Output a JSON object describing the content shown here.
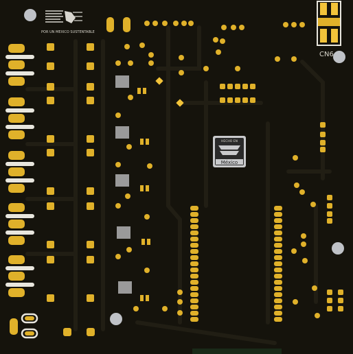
{
  "board": {
    "connector_label": "CN6",
    "logo_top": "HECHO EN",
    "logo_bottom": "México",
    "silk_org": "POR UN MEXICO SUSTENTABLE"
  },
  "colors": {
    "substrate": "#15130c",
    "pad": "#e0b12a",
    "pad_bright": "#f2c33a",
    "silk": "#e8e6de",
    "hole": "#bfc2c7",
    "component": "#9a9a9a",
    "trace": "#1b1911"
  }
}
